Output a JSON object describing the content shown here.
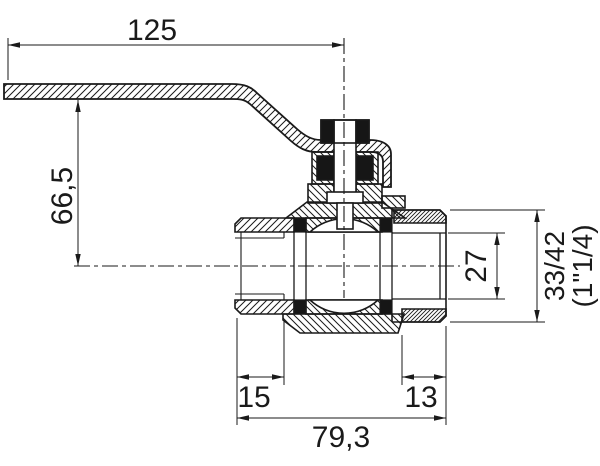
{
  "drawing": {
    "background": "#ffffff",
    "line_color": "#1a1a1a",
    "dimensions": {
      "lever_length": "125",
      "height_to_axis": "66,5",
      "bore_diameter": "27",
      "thread_size_mm": "33/42",
      "thread_size_inch": "(1\"1/4)",
      "left_thread_length": "15",
      "right_thread_length": "13",
      "overall_length": "79,3"
    }
  }
}
